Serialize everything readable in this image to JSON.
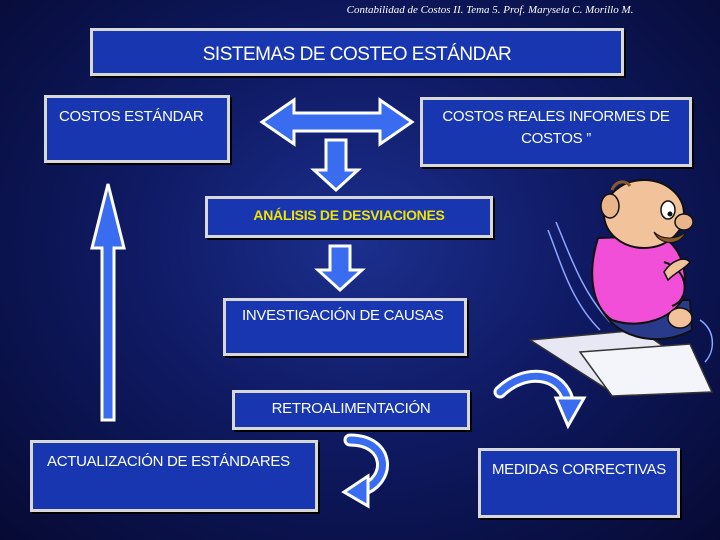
{
  "header": "Contabilidad de Costos II.  Tema 5.  Prof. Marysela C. Morillo M.",
  "title": "SISTEMAS DE COSTEO ESTÁNDAR",
  "boxes": {
    "costos_estandar": "COSTOS ESTÁNDAR",
    "costos_reales": "COSTOS REALES  INFORMES DE COSTOS ”",
    "analisis": "ANÁLISIS  DE  DESVIACIONES",
    "investigacion": "INVESTIGACIÓN DE CAUSAS",
    "retroalimentacion": "RETROALIMENTACIÓN",
    "actualizacion": "ACTUALIZACIÓN  DE ESTÁNDARES",
    "medidas": "MEDIDAS CORRECTIVAS"
  },
  "colors": {
    "box_fill": "#1736b0",
    "box_border": "#d8d8d8",
    "highlight_text": "#f2e200",
    "arrow_fill": "#3a6cf0"
  },
  "icons": [
    "double-arrow-icon",
    "down-arrow-icon",
    "up-arrow-icon",
    "curved-arrow-icon",
    "cartoon-man-illustration"
  ]
}
